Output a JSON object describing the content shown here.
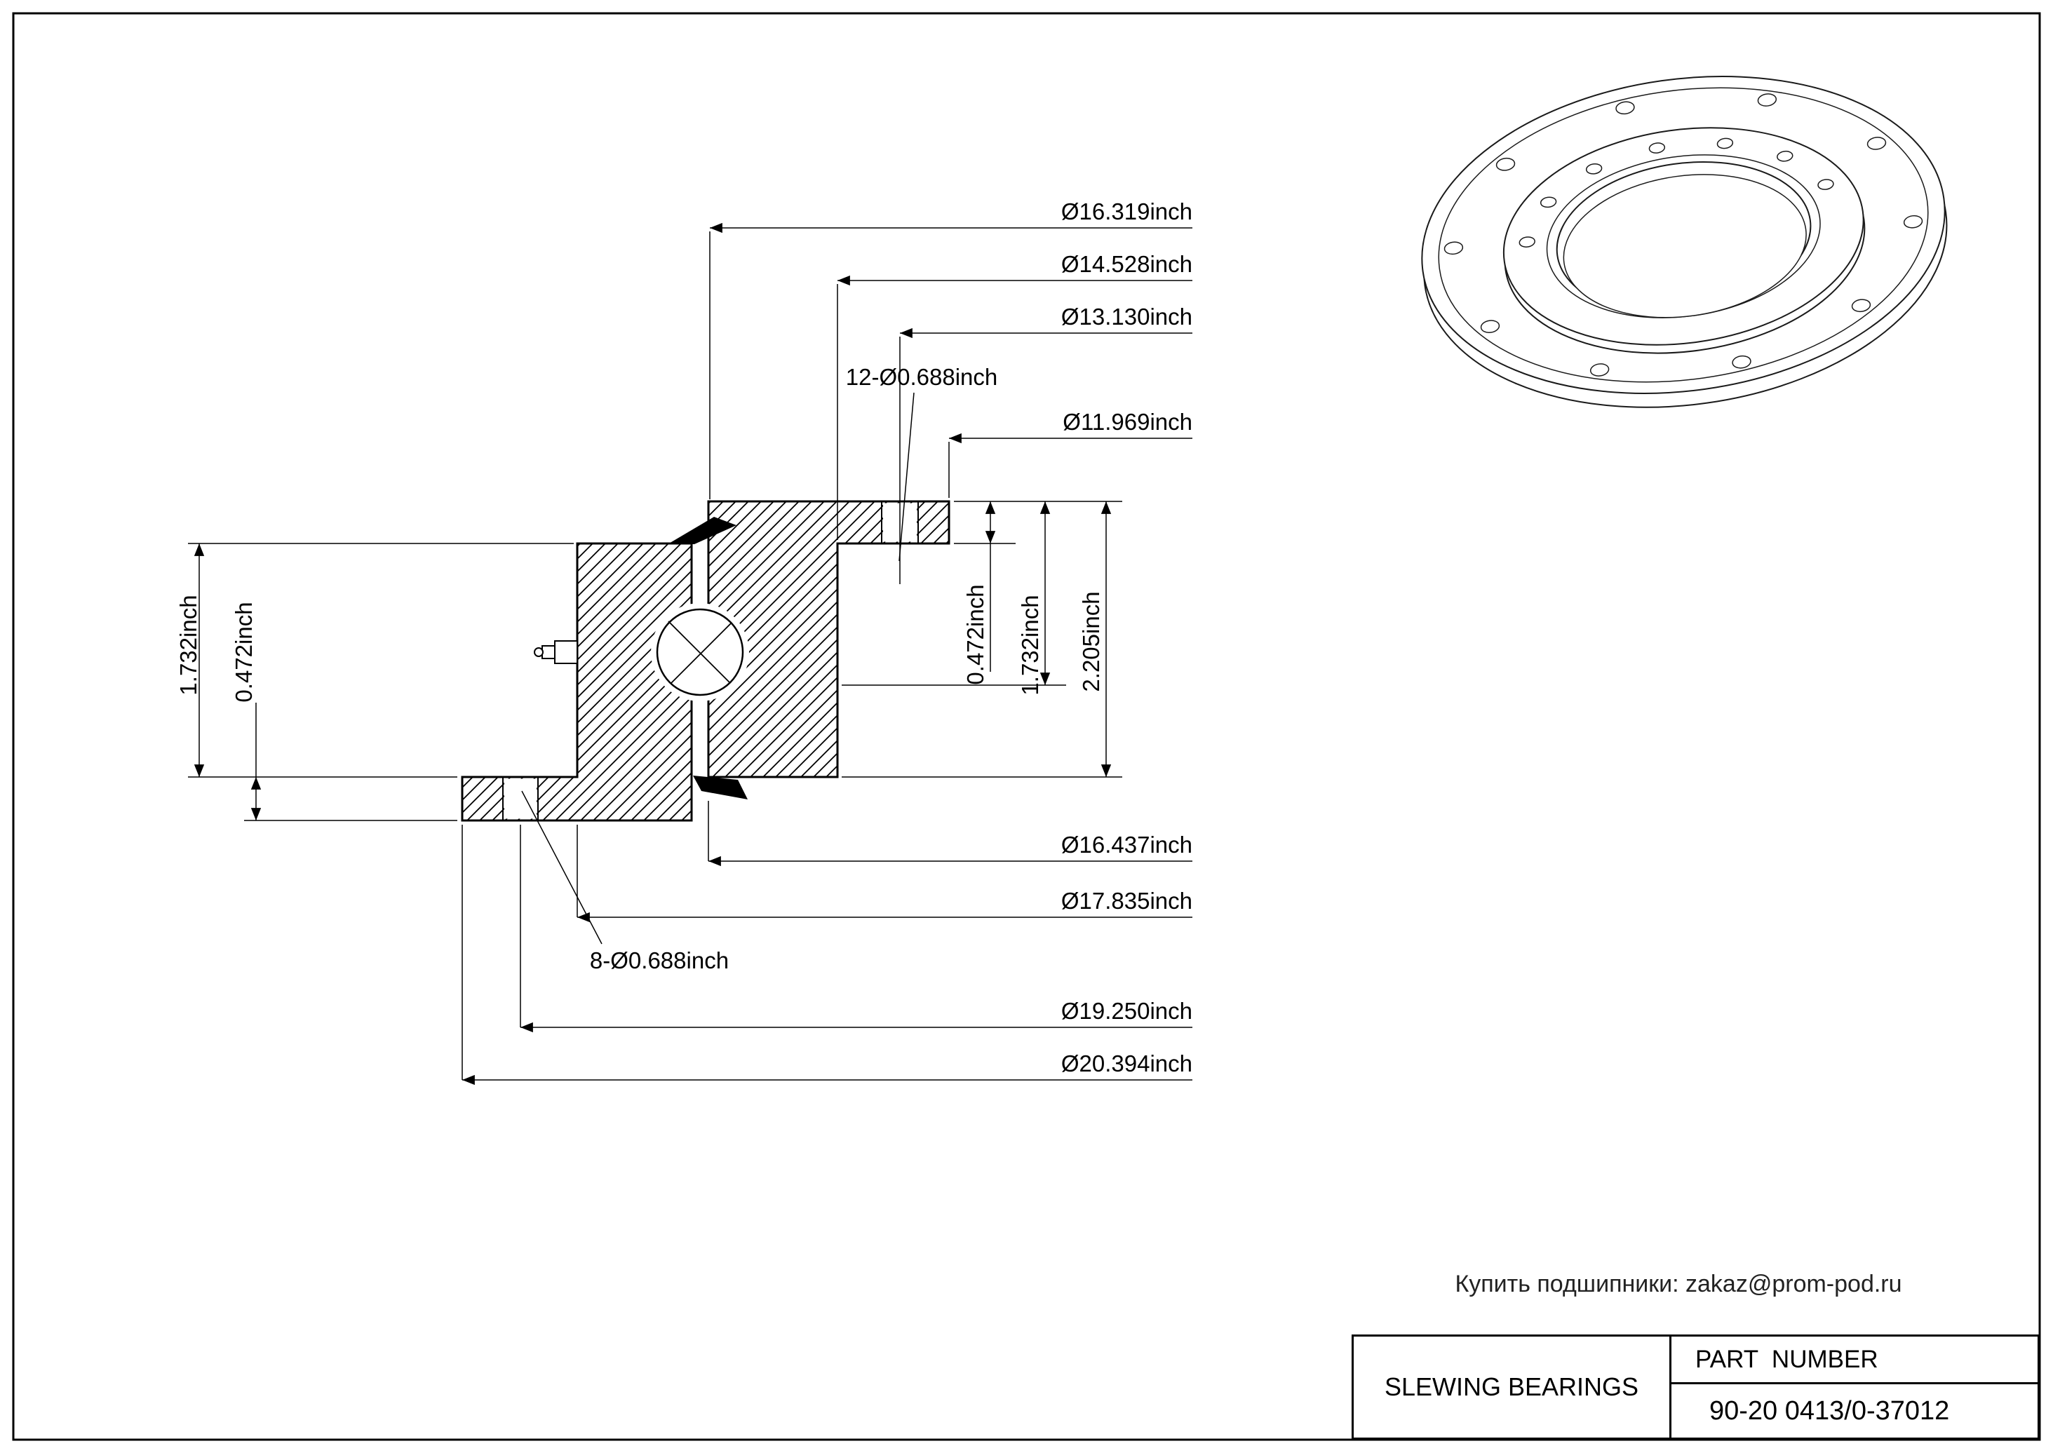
{
  "dims": {
    "top": [
      "Ø16.319inch",
      "Ø14.528inch",
      "Ø13.130inch",
      "Ø11.969inch"
    ],
    "bottom": [
      "Ø16.437inch",
      "Ø17.835inch",
      "Ø19.250inch",
      "Ø20.394inch"
    ],
    "left": [
      "1.732inch",
      "0.472inch"
    ],
    "right": [
      "0.472inch",
      "1.732inch",
      "2.205inch"
    ],
    "callout_top": "12-Ø0.688inch",
    "callout_bottom": "8-Ø0.688inch"
  },
  "watermark": "Купить подшипники: zakaz@prom-pod.ru",
  "title_block": {
    "product": "SLEWING BEARINGS",
    "part_number_label": "PART  NUMBER",
    "part_number": "90-20 0413/0-37012"
  }
}
